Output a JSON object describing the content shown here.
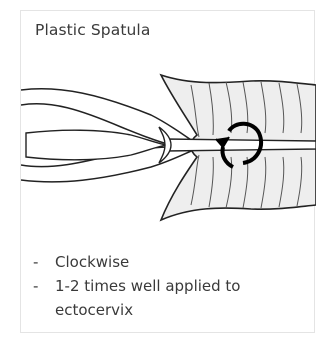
{
  "title": "Plastic Spatula",
  "notes": [
    "Clockwise",
    "1-2 times well applied to ectocervix"
  ],
  "icons": {
    "rotation": "clockwise-rotation-arrow-icon"
  },
  "colors": {
    "ink": "#222222",
    "tissue": "#eeeeee",
    "text": "#3a3a3a",
    "border": "#e4e4e4"
  }
}
